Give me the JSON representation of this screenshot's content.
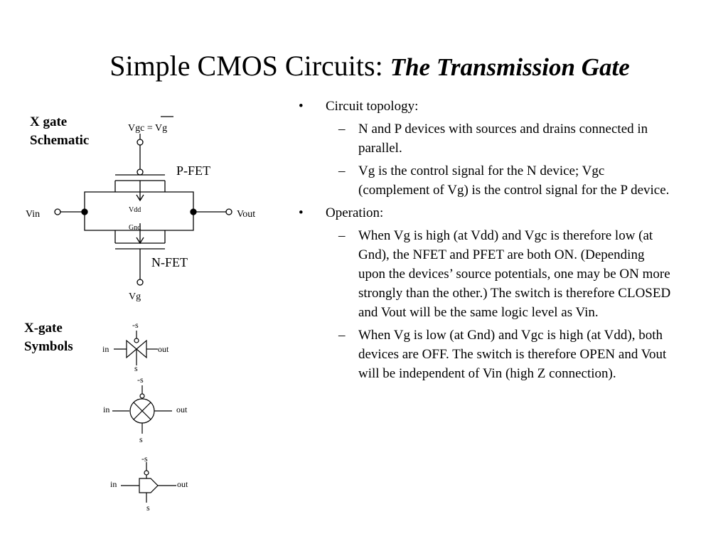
{
  "title": {
    "main": "Simple CMOS Circuits:",
    "sub": "The Transmission Gate"
  },
  "schematic": {
    "heading_line1": "X gate",
    "heading_line2": "Schematic",
    "vgc_label": "Vgc = Vg",
    "pfet_label": "P-FET",
    "nfet_label": "N-FET",
    "vin_label": "Vin",
    "vout_label": "Vout",
    "vdd_label": "Vdd",
    "gnd_label": "Gnd",
    "vg_label": "Vg"
  },
  "symbols": {
    "heading_line1": "X-gate",
    "heading_line2": "Symbols",
    "items": [
      {
        "in": "in",
        "out": "out",
        "top": "-s",
        "bottom": "s"
      },
      {
        "in": "in",
        "out": "out",
        "top": "-s",
        "bottom": "s"
      },
      {
        "in": "in",
        "out": "out",
        "top": "-s",
        "bottom": "s"
      }
    ]
  },
  "bullets": [
    {
      "marker": "•",
      "text": "Circuit topology:"
    },
    {
      "marker": "–",
      "text": "N and P devices with sources and drains connected in parallel."
    },
    {
      "marker": "–",
      "text": "Vg is the control signal for the N device;  Vgc (complement of Vg) is the control signal for the P device."
    },
    {
      "marker": "•",
      "text": "Operation:"
    },
    {
      "marker": "–",
      "text": "When Vg is high (at Vdd) and Vgc is therefore low (at Gnd), the NFET and PFET are both ON.  (Depending upon the devices’ source potentials, one may be ON more strongly than the other.)  The switch is therefore CLOSED and Vout will be the same logic level as Vin."
    },
    {
      "marker": "–",
      "text": "When Vg is low (at Gnd) and Vgc is high (at Vdd), both devices are OFF.  The switch is therefore OPEN and Vout will be independent of Vin (high Z connection)."
    }
  ]
}
